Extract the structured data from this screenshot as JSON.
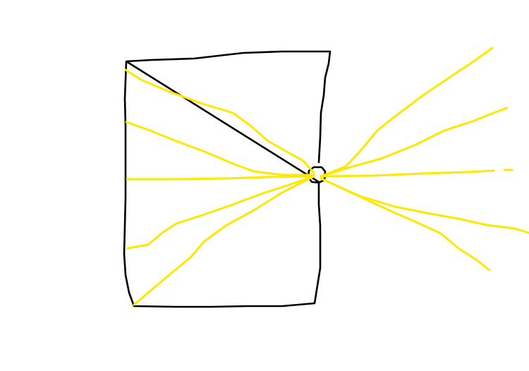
{
  "drawing": {
    "background_color": "#ffffff",
    "outline_color": "#000000",
    "ray_color": "#FFE800",
    "shapes": [
      {
        "kind": "rectangle-outline",
        "label": ""
      },
      {
        "kind": "small-circle",
        "label": ""
      }
    ],
    "ray_count": 10
  }
}
